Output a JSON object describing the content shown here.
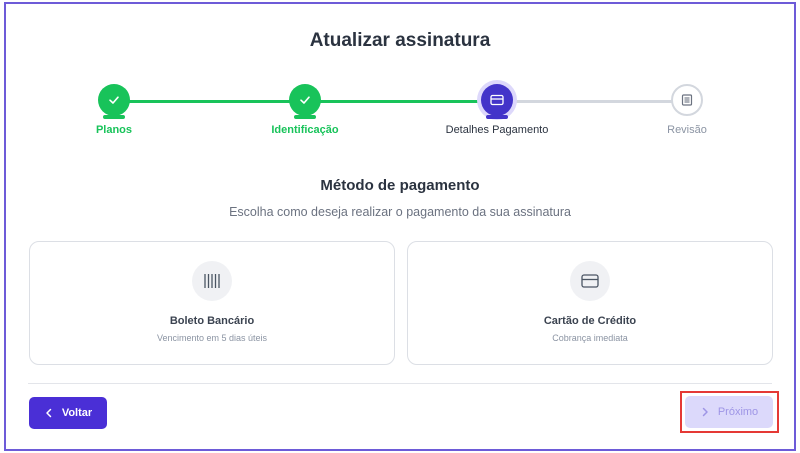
{
  "page": {
    "title": "Atualizar assinatura"
  },
  "stepper": {
    "steps": [
      {
        "label": "Planos",
        "status": "done"
      },
      {
        "label": "Identificação",
        "status": "done"
      },
      {
        "label": "Detalhes Pagamento",
        "status": "active"
      },
      {
        "label": "Revisão",
        "status": "todo"
      }
    ]
  },
  "payment": {
    "title": "Método de pagamento",
    "subtitle": "Escolha como deseja realizar o pagamento da sua assinatura",
    "options": [
      {
        "title": "Boleto Bancário",
        "subtitle": "Vencimento em 5 dias úteis",
        "icon": "barcode-icon"
      },
      {
        "title": "Cartão de Crédito",
        "subtitle": "Cobrança imediata",
        "icon": "credit-card-icon"
      }
    ]
  },
  "footer": {
    "back_label": "Voltar",
    "next_label": "Próximo"
  },
  "colors": {
    "primary": "#4a2fd6",
    "success": "#18c35a",
    "disabled_bg": "#dcd9fb",
    "highlight": "#e53935"
  }
}
